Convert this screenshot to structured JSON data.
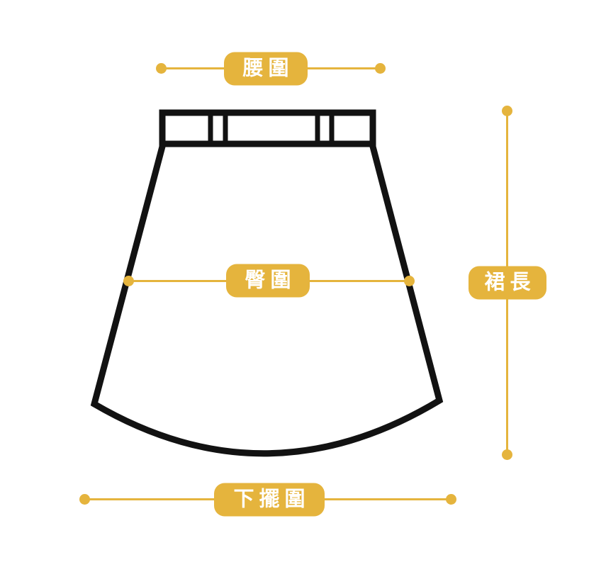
{
  "labels": {
    "waist": "腰圍",
    "hip": "臀圍",
    "hem": "下擺圍",
    "length": "裙長"
  },
  "colors": {
    "accent_gold": "#E5B43D",
    "outline_black": "#121212",
    "label_text": "#FFFFFF",
    "background": "#FFFFFF"
  }
}
